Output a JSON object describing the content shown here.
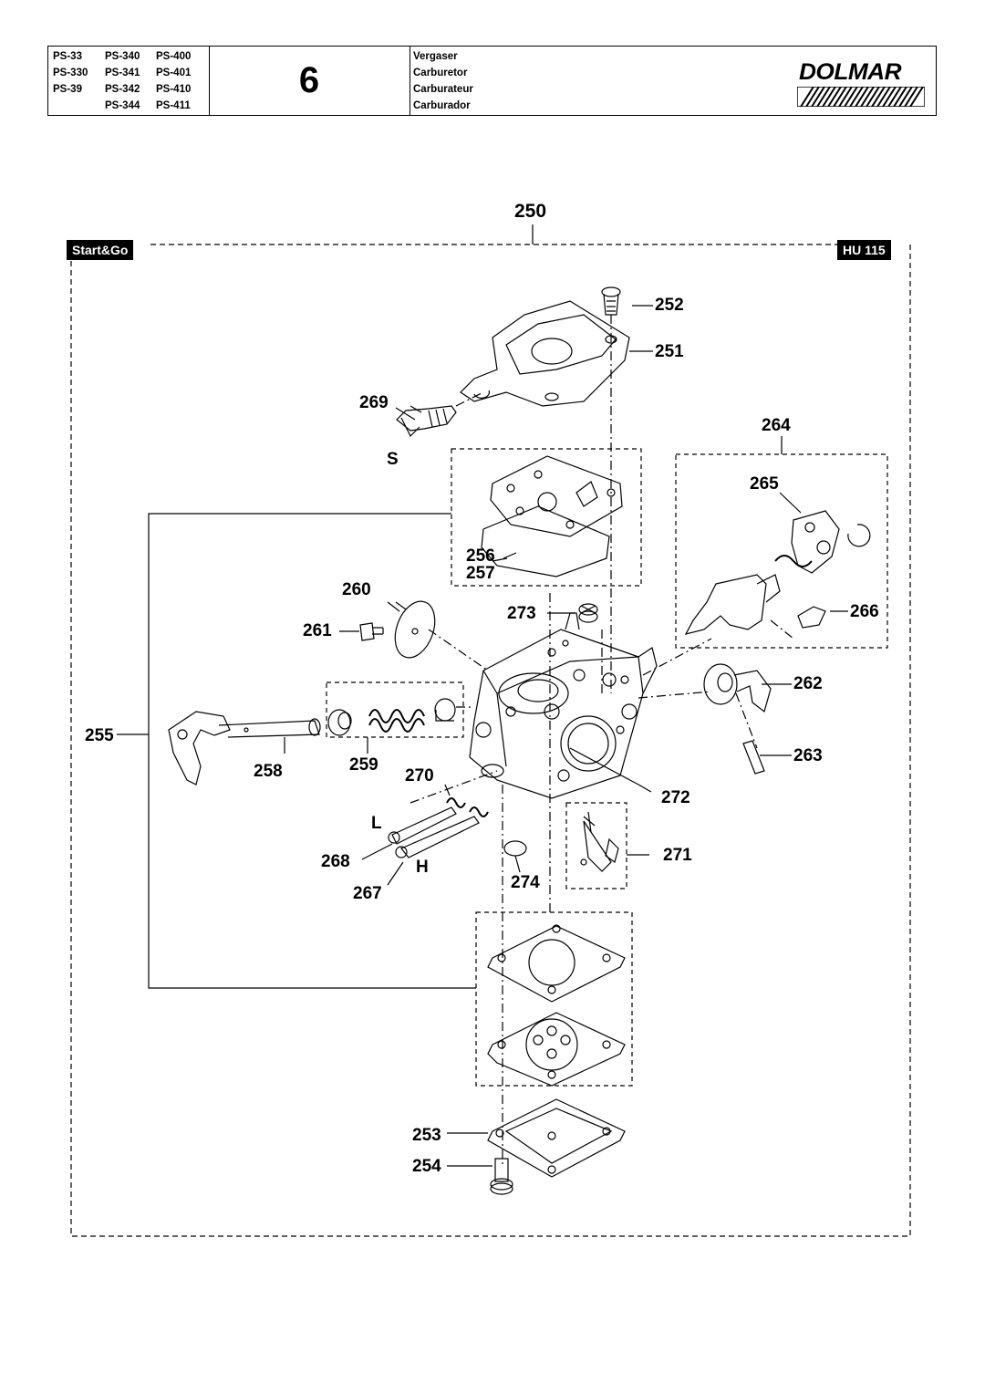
{
  "header": {
    "models": [
      [
        "PS-33",
        "PS-340",
        "PS-400"
      ],
      [
        "PS-330",
        "PS-341",
        "PS-401"
      ],
      [
        "PS-39",
        "PS-342",
        "PS-410"
      ],
      [
        "",
        "PS-344",
        "PS-411"
      ]
    ],
    "page_number": "6",
    "titles": [
      "Vergaser",
      "Carburetor",
      "Carburateur",
      "Carburador"
    ],
    "brand": "DOLMAR"
  },
  "diagram": {
    "assembly_number": "250",
    "tag_left": "Start&Go",
    "tag_right": "HU 115",
    "part_labels": {
      "p251": "251",
      "p252": "252",
      "p253": "253",
      "p254": "254",
      "p255": "255",
      "p256": "256",
      "p257": "257",
      "p258": "258",
      "p259": "259",
      "p260": "260",
      "p261": "261",
      "p262": "262",
      "p263": "263",
      "p264": "264",
      "p265": "265",
      "p266": "266",
      "p267": "267",
      "p268": "268",
      "p269": "269",
      "p270": "270",
      "p271": "271",
      "p272": "272",
      "p273": "273",
      "p274": "274"
    },
    "letters": {
      "s": "S",
      "l": "L",
      "h": "H"
    }
  }
}
